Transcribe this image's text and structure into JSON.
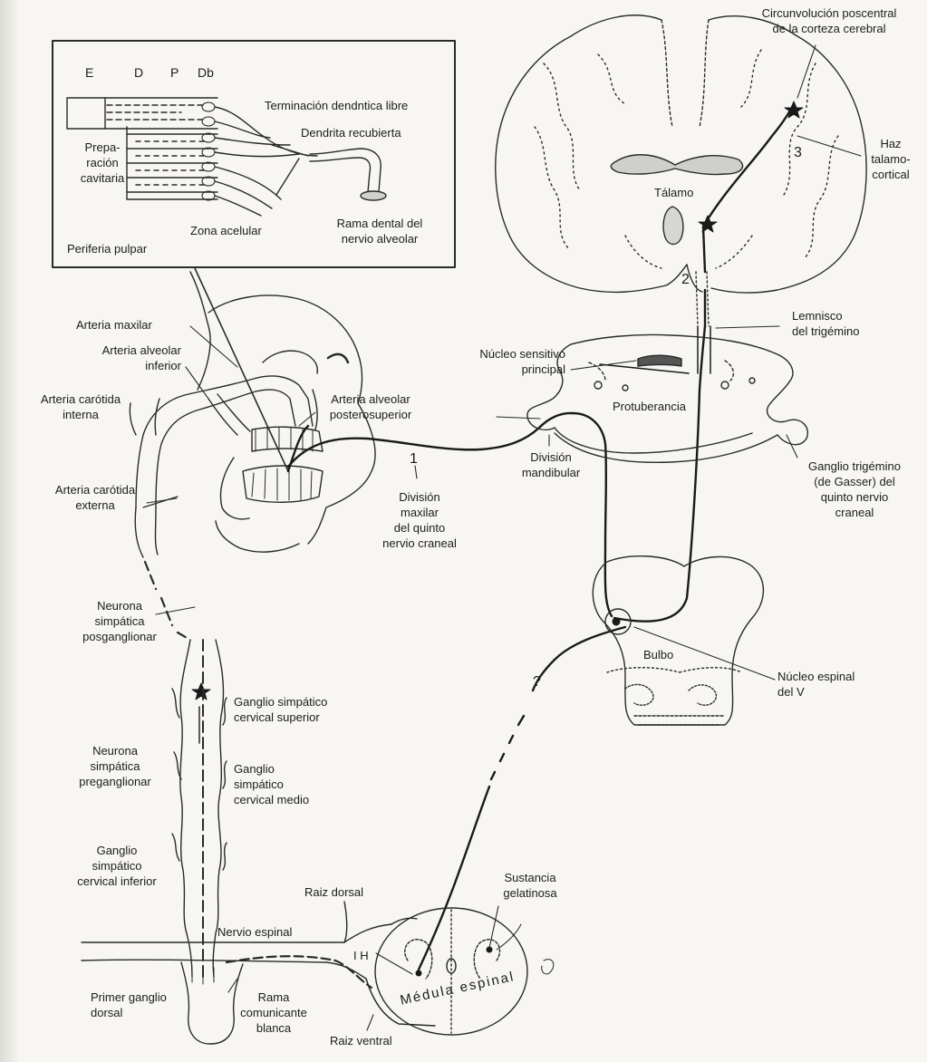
{
  "inset": {
    "col_e": "E",
    "col_d": "D",
    "col_p": "P",
    "col_db": "Db",
    "terminacion": "Terminación dendntica libre",
    "dendrita": "Dendrita recubierta",
    "preparacion": "Prepa-\nración\ncavitaria",
    "zona": "Zona acelular",
    "rama": "Rama dental del\nnervio alveolar",
    "periferia": "Periferia pulpar"
  },
  "brain": {
    "circunvolucion": "Circunvolución poscentral\nde la corteza cerebral",
    "haz": "Haz\ntalamo-\ncortical",
    "talamo": "Tálamo",
    "num3": "3",
    "num2": "2"
  },
  "pons": {
    "lemnisco": "Lemnisco\ndel trigémino",
    "nucleo_sensitivo": "Núcleo sensitivo\nprincipal",
    "protuberancia": "Protuberancia",
    "ganglio_trigemino": "Ganglio trigémino\n(de Gasser) del\nquinto nervio\ncraneal",
    "division_mandibular": "División\nmandibular"
  },
  "face": {
    "arteria_maxilar": "Arteria maxilar",
    "arteria_alveolar_inf": "Arteria alveolar\ninferior",
    "arteria_carotida_int": "Arteria carótida\ninterna",
    "arteria_alveolar_post": "Arteria alveolar\nposterosuperior",
    "arteria_carotida_ext": "Arteria carótida\nexterna",
    "num1": "1",
    "division_maxilar": "División\nmaxilar\ndel quinto\nnervio craneal"
  },
  "medulla": {
    "bulbo": "Bulbo",
    "nucleo_espinal": "Núcleo espinal\ndel V",
    "q": "?"
  },
  "sympathetic": {
    "neurona_pos": "Neurona\nsimpática\nposganglionar",
    "ganglio_sup": "Ganglio simpático\ncervical superior",
    "neurona_pre": "Neurona\nsimpática\npreganglionar",
    "ganglio_medio": "Ganglio\nsimpático\ncervical medio",
    "ganglio_inf": "Ganglio\nsimpático\ncervical inferior"
  },
  "spinal": {
    "raiz_dorsal": "Raiz dorsal",
    "sustancia": "Sustancia\ngelatinosa",
    "nervio_espinal": "Nervio espinal",
    "ih": "I H",
    "primer_ganglio": "Primer ganglio\ndorsal",
    "rama_comunicante": "Rama\ncomunicante\nblanca",
    "medula_espinal": "Médula espinal",
    "raiz_ventral": "Raiz ventral"
  }
}
